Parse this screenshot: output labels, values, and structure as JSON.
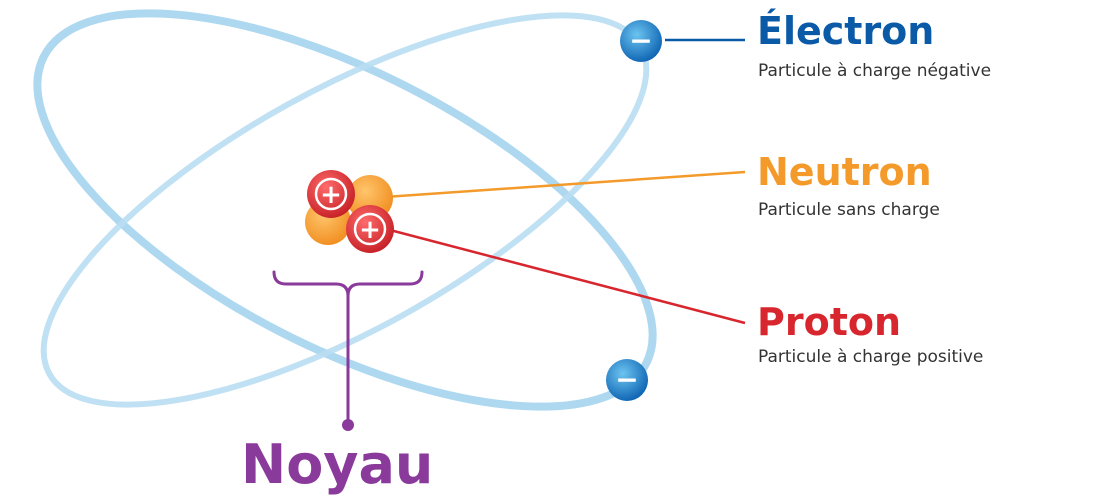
{
  "labels": {
    "electron": {
      "title": "Électron",
      "description": "Particule à charge négative"
    },
    "neutron": {
      "title": "Neutron",
      "description": "Particule sans charge"
    },
    "proton": {
      "title": "Proton",
      "description": "Particule à charge positive"
    },
    "nucleus": {
      "title": "Noyau"
    }
  },
  "colors": {
    "electron": "#0a5aa8",
    "neutron": "#f39a2b",
    "proton": "#d7262d",
    "nucleus": "#8a3a9a",
    "orbit": "#a9d6ef"
  },
  "symbols": {
    "minus": "−",
    "plus": "+"
  }
}
